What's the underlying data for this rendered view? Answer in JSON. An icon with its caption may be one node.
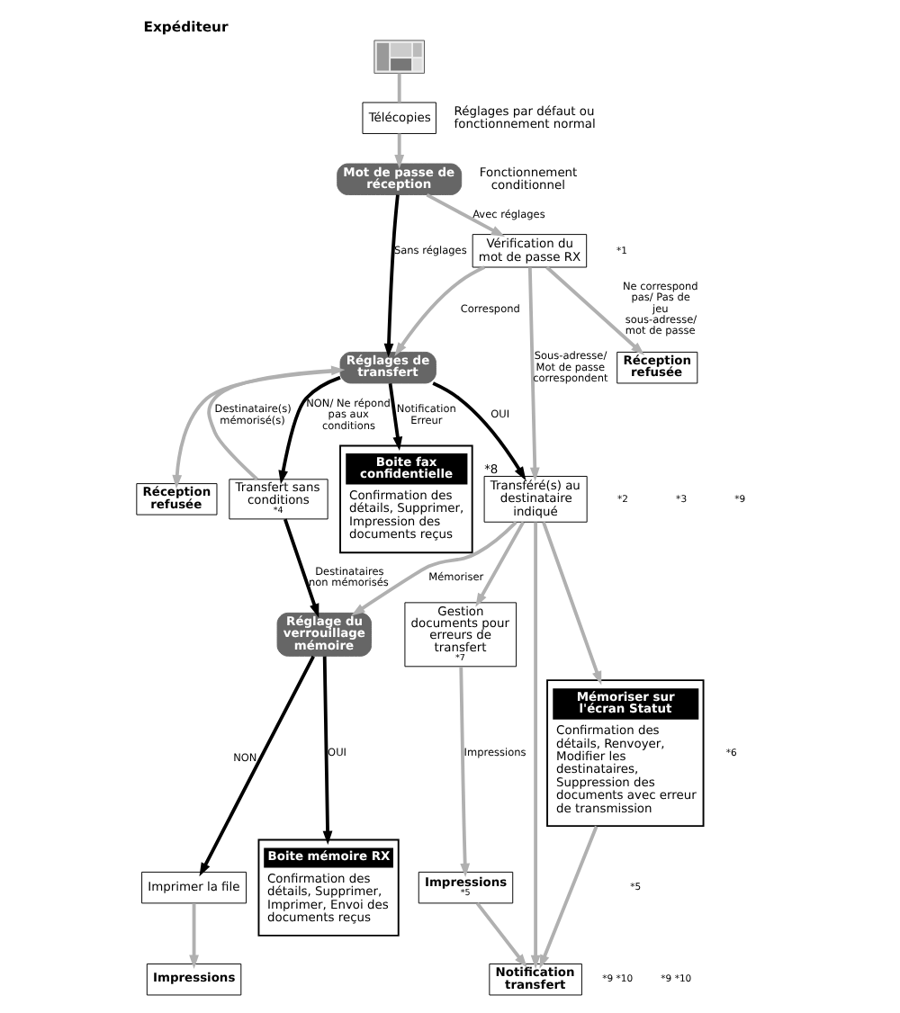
{
  "diagram": {
    "title": "Expéditeur",
    "nodes": [
      {
        "text": [],
        "shape": "picture"
      },
      {
        "text": [
          "Télécopies"
        ]
      },
      {
        "text": [
          "Mot de passe de réception"
        ]
      },
      {
        "text": [
          "Vérification du mot de passe RX"
        ]
      },
      {
        "text": [
          "Réception refusée"
        ]
      },
      {
        "text": [
          "Réglages de transfert"
        ]
      },
      {
        "text": [
          "Réception refusée"
        ]
      },
      {
        "text": [
          "Transfert sans conditions",
          "*4"
        ]
      },
      {
        "text": [
          "Transféré(s) au destinataire indiqué"
        ],
        "beside": [
          "*8"
        ]
      },
      {
        "text": [
          "Boite fax confidentielle",
          "Confirmation des détails, Supprimer, Impression des documents reçus"
        ]
      },
      {
        "text": [
          "Réglage du verrouillage mémoire"
        ]
      },
      {
        "text": [
          "Imprimer la file"
        ]
      },
      {
        "text": [
          "Impressions"
        ]
      },
      {
        "text": [
          "Boite mémoire RX",
          "Confirmation des détails, Supprimer, Imprimer, Envoi des documents reçus"
        ]
      },
      {
        "text": [
          "Gestion documents pour erreurs de transfert",
          "*7"
        ]
      },
      {
        "text": [
          "Mémoriser sur l'écran Statut",
          "Confirmation des détails, Renvoyer, Modifier les destinataires, Suppression des documents avec erreur de transmission"
        ]
      },
      {
        "text": [
          "Impressions",
          "*5"
        ]
      },
      {
        "text": [
          "Notification transfert"
        ]
      }
    ],
    "edges": [
      {
        "from": 0,
        "to": 1,
        "arrow": "none"
      },
      {
        "from": 1,
        "to": 2,
        "arrow": "to"
      },
      {
        "from": 2,
        "to": 5,
        "arrow": "to",
        "label": "Sans réglages",
        "color": "#000000"
      },
      {
        "from": 2,
        "to": 3,
        "arrow": "to",
        "label": "Avec réglages"
      },
      {
        "from": 3,
        "to": 5,
        "arrow": "to",
        "label": "Correspond"
      },
      {
        "from": 3,
        "to": 4,
        "arrow": "to",
        "label": "Ne correspond pas/ Pas de jeu sous-adresse/ mot de passe"
      },
      {
        "from": 3,
        "to": 8,
        "arrow": "to",
        "label": "Sous-adresse/ Mot de passe correspondent"
      },
      {
        "from": 5,
        "to": 8,
        "arrow": "to",
        "label": "OUI",
        "color": "#000000"
      },
      {
        "from": 5,
        "to": 9,
        "arrow": "to",
        "label": "Notification Erreur",
        "color": "#000000"
      },
      {
        "from": 5,
        "to": 6,
        "arrow": "to"
      },
      {
        "from": 5,
        "to": 7,
        "arrow": "to",
        "label": "NON/ Ne répond pas aux conditions",
        "color": "#000000"
      },
      {
        "from": 7,
        "to": 5,
        "arrow": "to",
        "label": "Destinataire(s) mémorisé(s)"
      },
      {
        "from": 7,
        "to": 10,
        "arrow": "to",
        "label": "Destinataires non mémorisés",
        "color": "#000000"
      },
      {
        "from": 10,
        "to": 11,
        "arrow": "to",
        "label": "NON",
        "color": "#000000"
      },
      {
        "from": 10,
        "to": 13,
        "arrow": "to",
        "label": "OUI",
        "color": "#000000"
      },
      {
        "from": 11,
        "to": 12,
        "arrow": "to"
      },
      {
        "from": 8,
        "to": 10,
        "arrow": "to",
        "label": "Mémoriser"
      },
      {
        "from": 8,
        "to": 14,
        "arrow": "to"
      },
      {
        "from": 8,
        "to": 15,
        "arrow": "to"
      },
      {
        "from": 14,
        "to": 16,
        "arrow": "to",
        "label": "Impressions"
      },
      {
        "from": 16,
        "to": 17,
        "arrow": "to"
      },
      {
        "from": 15,
        "to": 17,
        "arrow": "to"
      },
      {
        "from": 8,
        "to": 17,
        "arrow": "to"
      }
    ],
    "labels": [
      "*1",
      "*2",
      "*3",
      "*6",
      "*9",
      "*5",
      "*9 *10",
      "*9 *10"
    ],
    "legend": [
      {
        "text": "Réglages par défaut ou fonctionnement normal"
      },
      {
        "text": "Fonctionnement conditionnel"
      }
    ]
  }
}
